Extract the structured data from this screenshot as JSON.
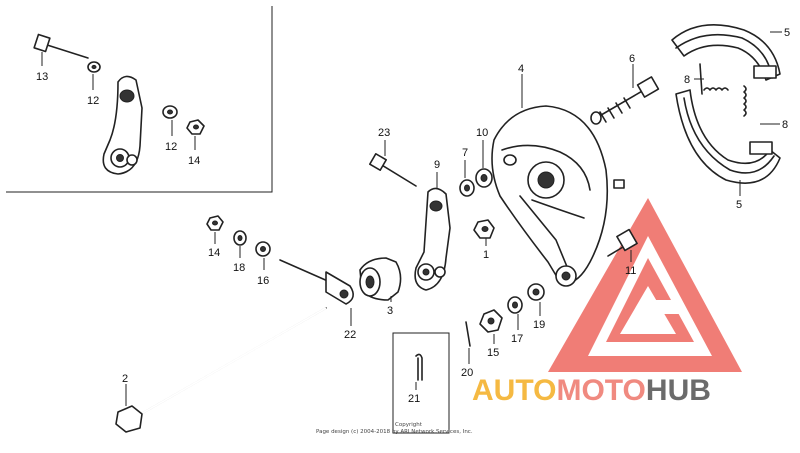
{
  "callouts": [
    {
      "label": "13"
    },
    {
      "label": "12"
    },
    {
      "label": "12"
    },
    {
      "label": "14"
    },
    {
      "label": "23"
    },
    {
      "label": "9"
    },
    {
      "label": "7"
    },
    {
      "label": "10"
    },
    {
      "label": "4"
    },
    {
      "label": "6"
    },
    {
      "label": "5"
    },
    {
      "label": "8"
    },
    {
      "label": "8"
    },
    {
      "label": "5"
    },
    {
      "label": "14"
    },
    {
      "label": "18"
    },
    {
      "label": "16"
    },
    {
      "label": "1"
    },
    {
      "label": "11"
    },
    {
      "label": "3"
    },
    {
      "label": "22"
    },
    {
      "label": "19"
    },
    {
      "label": "17"
    },
    {
      "label": "15"
    },
    {
      "label": "20"
    },
    {
      "label": "2"
    },
    {
      "label": "21"
    }
  ],
  "watermark": {
    "part1": "AUTO",
    "part2": "MOTO",
    "part3": "HUB",
    "color1": "#f5b942",
    "color2": "#f08a80",
    "color3": "#6b6b6b",
    "logo_color": "#ee6b63"
  },
  "copyright": {
    "line1": "Copyright",
    "line2": "Page design (c) 2004-2018 by ARI Network Services, Inc."
  }
}
